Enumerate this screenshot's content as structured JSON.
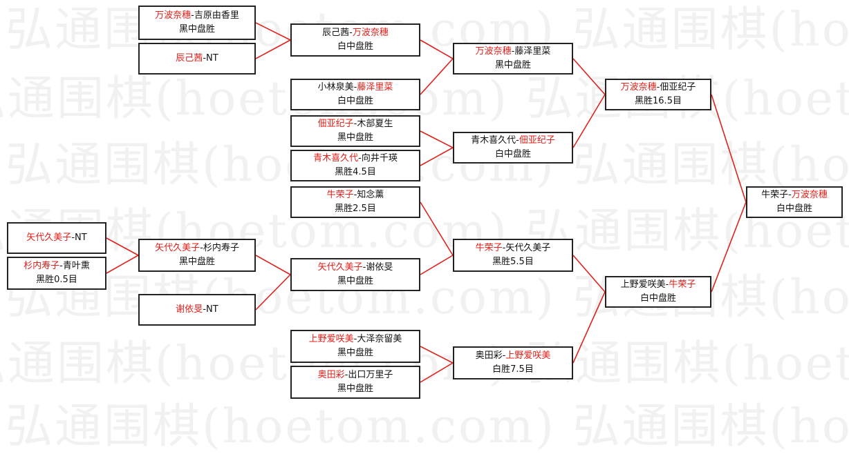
{
  "watermark": "弘通围棋(hoetom.com)",
  "colors": {
    "winner": "#e0201a",
    "line": "#e0201a",
    "border": "#222222"
  },
  "matches": [
    {
      "id": "r1a",
      "p1": "万波奈穗",
      "p2": "吉原由香里",
      "winner": 1,
      "result": "黑中盘胜"
    },
    {
      "id": "r1b",
      "p1": "辰己茜",
      "p2": "NT",
      "winner": 1,
      "result": ""
    },
    {
      "id": "r1c",
      "p1": "矢代久美子",
      "p2": "NT",
      "winner": 1,
      "result": ""
    },
    {
      "id": "r1d",
      "p1": "杉内寿子",
      "p2": "青叶熏",
      "winner": 1,
      "result": "黑胜0.5目"
    },
    {
      "id": "r1e",
      "p1": "谢依旻",
      "p2": "NT",
      "winner": 1,
      "result": ""
    },
    {
      "id": "r2a",
      "p1": "辰己茜",
      "p2": "万波奈穗",
      "winner": 2,
      "result": "白中盘胜"
    },
    {
      "id": "r2b",
      "p1": "小林泉美",
      "p2": "藤泽里菜",
      "winner": 2,
      "result": "白中盘胜"
    },
    {
      "id": "r2c",
      "p1": "佃亚纪子",
      "p2": "木部夏生",
      "winner": 1,
      "result": "黑中盘胜"
    },
    {
      "id": "r2d",
      "p1": "青木喜久代",
      "p2": "向井千瑛",
      "winner": 1,
      "result": "黑胜4.5目"
    },
    {
      "id": "r2e",
      "p1": "牛荣子",
      "p2": "知念薰",
      "winner": 1,
      "result": "黑胜2.5目"
    },
    {
      "id": "r2f",
      "p1": "矢代久美子",
      "p2": "杉内寿子",
      "winner": 1,
      "result": "黑中盘胜"
    },
    {
      "id": "r2g",
      "p1": "矢代久美子",
      "p2": "谢依旻",
      "winner": 1,
      "result": "黑中盘胜"
    },
    {
      "id": "r2h",
      "p1": "上野爱咲美",
      "p2": "大泽奈留美",
      "winner": 1,
      "result": "黑中盘胜"
    },
    {
      "id": "r2i",
      "p1": "奥田彩",
      "p2": "出口万里子",
      "winner": 1,
      "result": "黑中盘胜"
    },
    {
      "id": "r3a",
      "p1": "万波奈穗",
      "p2": "藤泽里菜",
      "winner": 1,
      "result": "黑中盘胜"
    },
    {
      "id": "r3b",
      "p1": "青木喜久代",
      "p2": "佃亚纪子",
      "winner": 2,
      "result": "白中盘胜"
    },
    {
      "id": "r3c",
      "p1": "牛荣子",
      "p2": "矢代久美子",
      "winner": 1,
      "result": "黑胜5.5目"
    },
    {
      "id": "r3d",
      "p1": "奥田彩",
      "p2": "上野爱咲美",
      "winner": 2,
      "result": "白胜7.5目"
    },
    {
      "id": "r4a",
      "p1": "万波奈穗",
      "p2": "佃亚纪子",
      "winner": 1,
      "result": "黑胜16.5目"
    },
    {
      "id": "r4b",
      "p1": "上野爱咲美",
      "p2": "牛荣子",
      "winner": 2,
      "result": "白中盘胜"
    },
    {
      "id": "final",
      "p1": "牛荣子",
      "p2": "万波奈穗",
      "winner": 2,
      "result": "白中盘胜"
    }
  ]
}
